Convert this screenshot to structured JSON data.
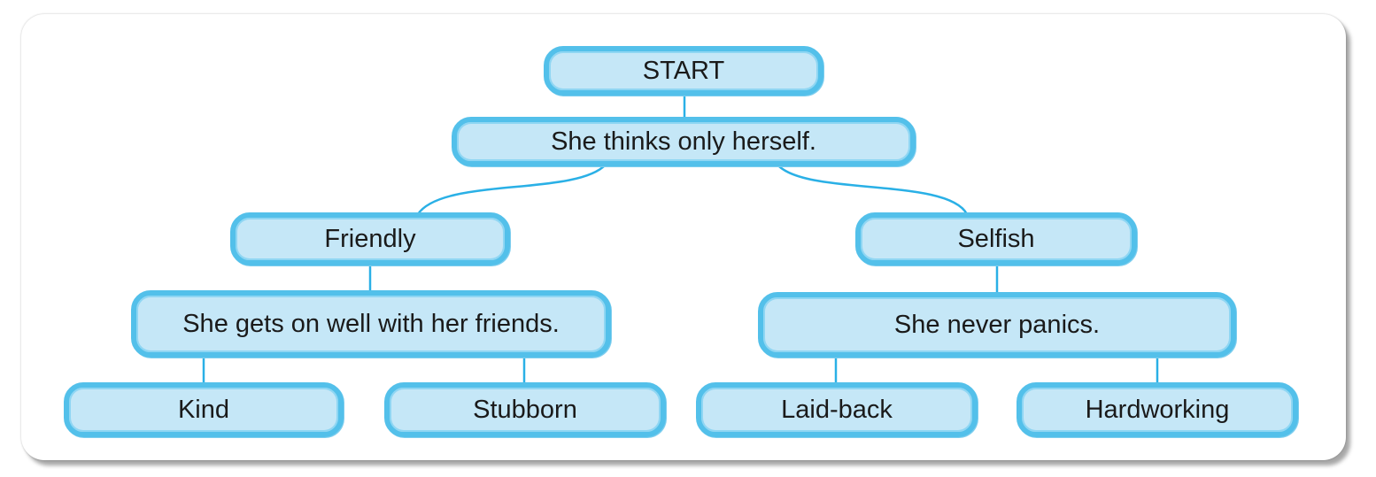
{
  "diagram": {
    "colors": {
      "box_fill": "#c5e7f7",
      "box_border": "#53c0ea",
      "line": "#2ab0e6",
      "text": "#1a1a1a"
    },
    "nodes": {
      "start": "START",
      "q1": "She thinks only herself.",
      "friendly": "Friendly",
      "selfish": "Selfish",
      "q2": "She gets on well with her friends.",
      "q3": "She never panics.",
      "kind": "Kind",
      "stubborn": "Stubborn",
      "laidback": "Laid-back",
      "hardworking": "Hardworking"
    },
    "edges": [
      [
        "start",
        "q1"
      ],
      [
        "q1",
        "friendly"
      ],
      [
        "q1",
        "selfish"
      ],
      [
        "friendly",
        "q2"
      ],
      [
        "selfish",
        "q3"
      ],
      [
        "q2",
        "kind"
      ],
      [
        "q2",
        "stubborn"
      ],
      [
        "q3",
        "laidback"
      ],
      [
        "q3",
        "hardworking"
      ]
    ]
  }
}
